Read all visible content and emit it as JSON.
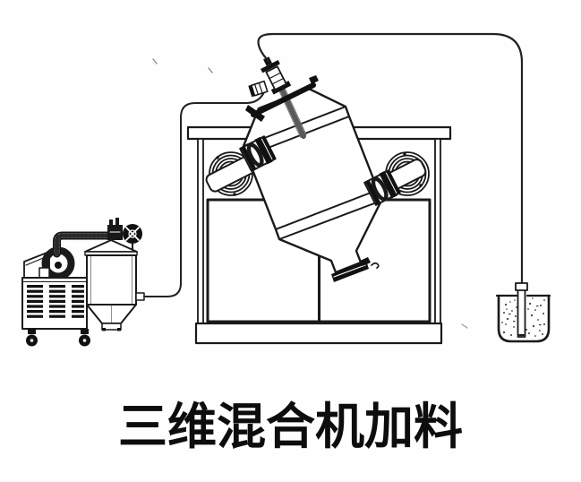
{
  "caption": {
    "text": "三维混合机加料"
  },
  "colors": {
    "ink": "#1a1a1a",
    "background": "#fefefe"
  },
  "diagram": {
    "parts": [
      "vacuum-pump-cart",
      "blower",
      "suction-pipe-elbow",
      "receiver-hopper",
      "hopper-hand-wheel",
      "vacuum-hose",
      "mixer-stand",
      "bearing-hub-left",
      "bearing-hub-right",
      "mixer-drum",
      "drum-lid-feeder",
      "drum-dipstick",
      "discharge-clamp",
      "feed-hose",
      "suction-lance",
      "material-bucket"
    ]
  }
}
